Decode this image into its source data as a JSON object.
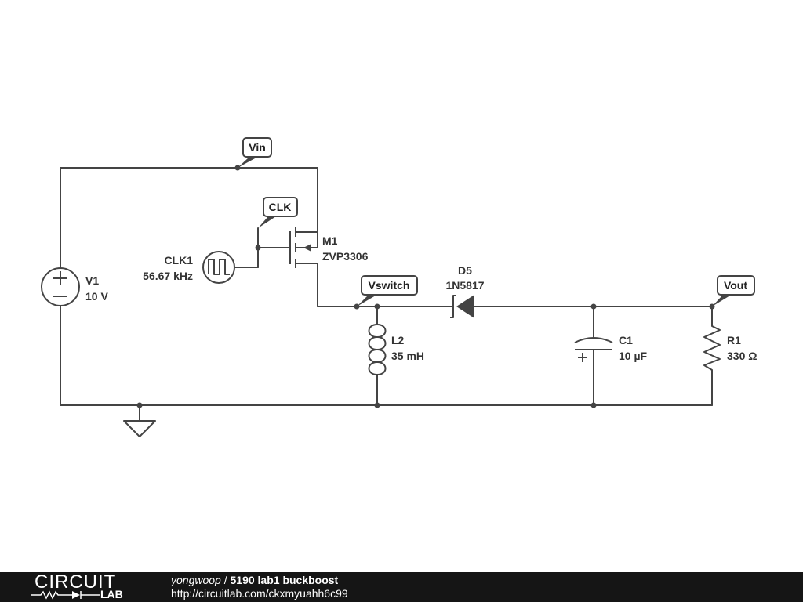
{
  "schematic": {
    "components": {
      "v1": {
        "name": "V1",
        "value": "10 V"
      },
      "clk1": {
        "name": "CLK1",
        "value": "56.67 kHz"
      },
      "m1": {
        "name": "M1",
        "value": "ZVP3306"
      },
      "d5": {
        "name": "D5",
        "value": "1N5817"
      },
      "l2": {
        "name": "L2",
        "value": "35 mH"
      },
      "c1": {
        "name": "C1",
        "value": "10 µF"
      },
      "r1": {
        "name": "R1",
        "value": "330 Ω"
      }
    },
    "nets": {
      "vin": "Vin",
      "clk": "CLK",
      "vswitch": "Vswitch",
      "vout": "Vout"
    }
  },
  "footer": {
    "logo_top": "CIRCUIT",
    "logo_bottom": "LAB",
    "user": "yongwoop",
    "separator": " / ",
    "title": "5190 lab1 buckboost",
    "url": "http://circuitlab.com/ckxmyuahh6c99"
  },
  "colors": {
    "wire": "#444444",
    "footer_bg": "#151515"
  }
}
